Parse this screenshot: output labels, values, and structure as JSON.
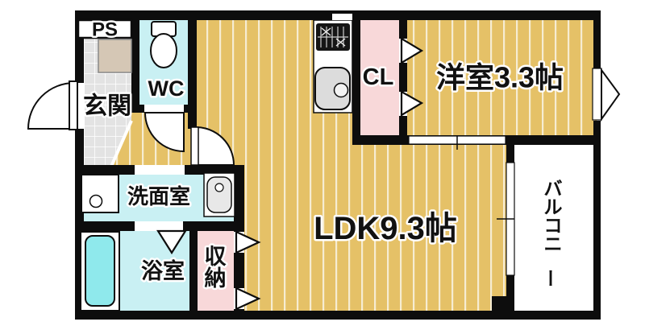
{
  "floorplan": {
    "labels": {
      "ps": "PS",
      "entrance": "玄関",
      "wc": "WC",
      "washroom": "洗面室",
      "bathroom": "浴室",
      "storage": "収納",
      "closet": "CL",
      "ldk": "LDK9.3帖",
      "western_room": "洋室3.3帖",
      "balcony": "バルコニー"
    },
    "colors": {
      "wall": "#0d0d0d",
      "wood_floor": "#e5c167",
      "wood_stripe": "#f6ecd2",
      "tile": "#e3e3e3",
      "tile_line": "#ffffff",
      "wet_room": "#c9f0f3",
      "bathtub": "#8fe9ec",
      "closet_pink": "#f8d8d9",
      "shoe_cabinet": "#d5c7b5",
      "sink_gray": "#dcdcdc"
    }
  }
}
